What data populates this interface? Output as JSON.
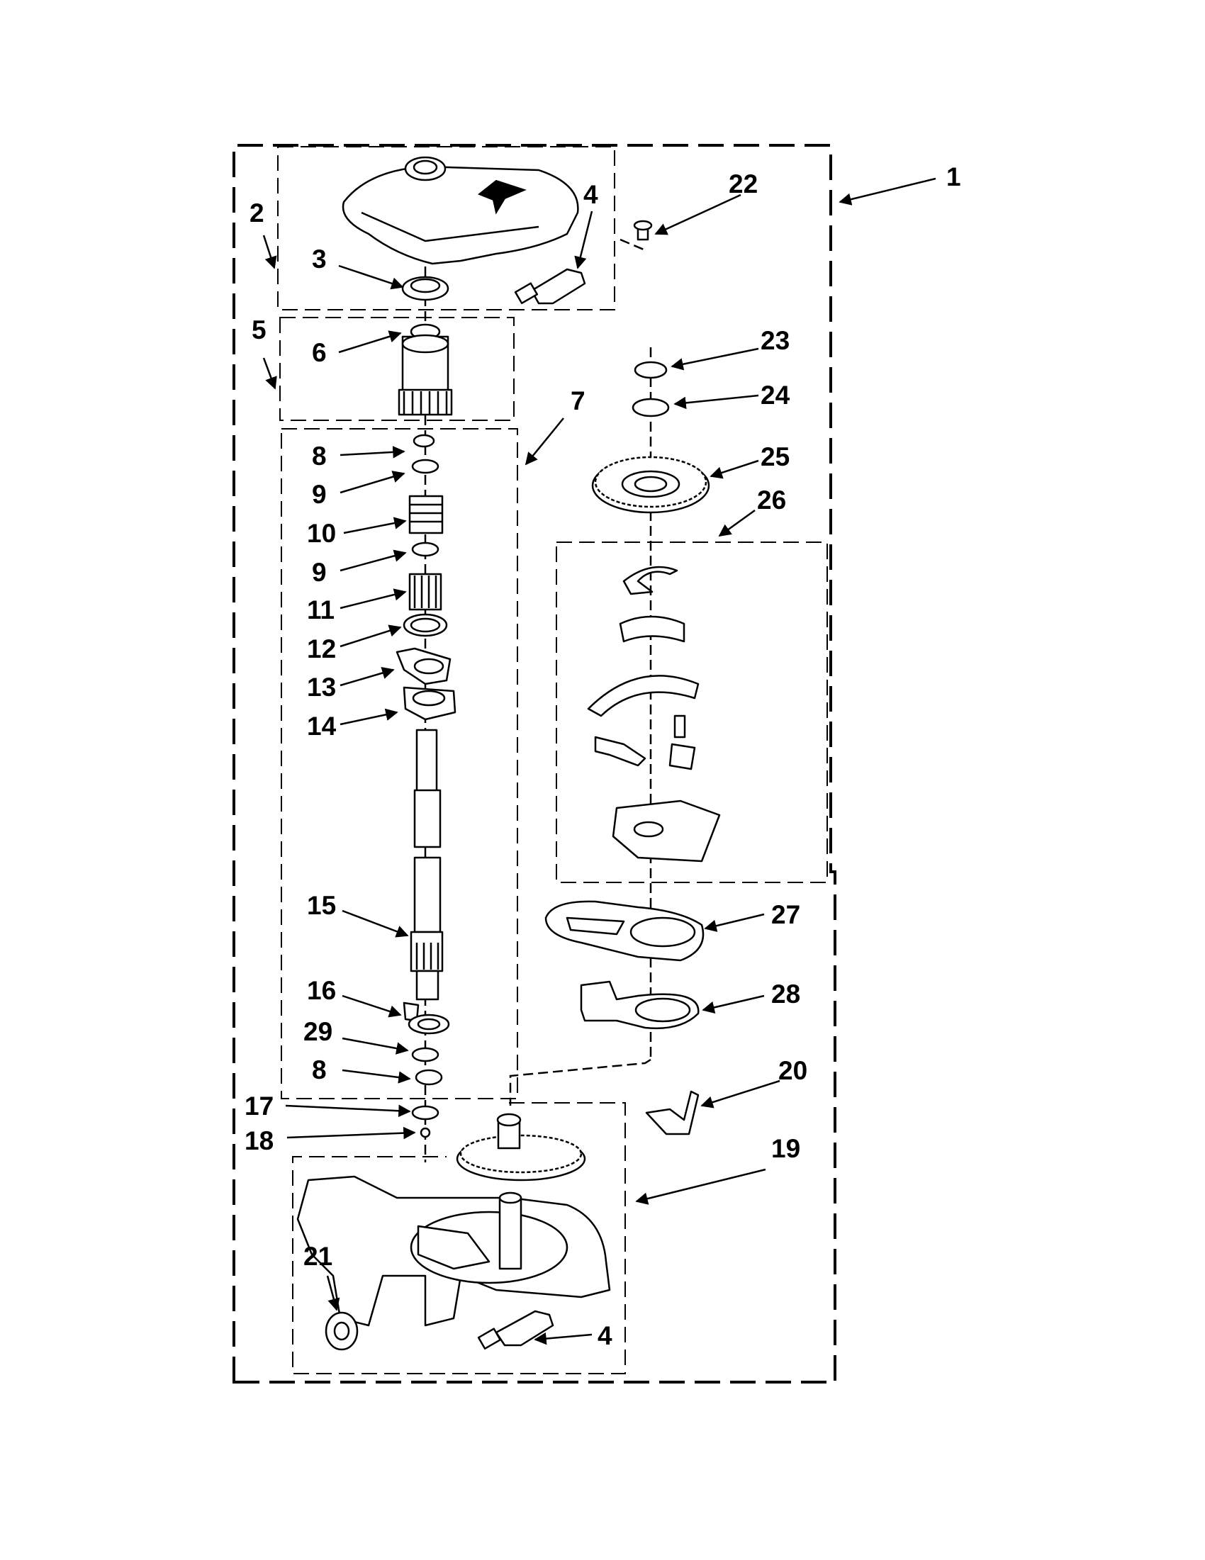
{
  "callouts": [
    {
      "label": "1"
    },
    {
      "label": "2"
    },
    {
      "label": "3"
    },
    {
      "label": "4"
    },
    {
      "label": "22"
    },
    {
      "label": "5"
    },
    {
      "label": "6"
    },
    {
      "label": "7"
    },
    {
      "label": "23"
    },
    {
      "label": "24"
    },
    {
      "label": "25"
    },
    {
      "label": "26"
    },
    {
      "label": "8"
    },
    {
      "label": "9"
    },
    {
      "label": "10"
    },
    {
      "label": "9"
    },
    {
      "label": "11"
    },
    {
      "label": "12"
    },
    {
      "label": "13"
    },
    {
      "label": "14"
    },
    {
      "label": "15"
    },
    {
      "label": "27"
    },
    {
      "label": "16"
    },
    {
      "label": "28"
    },
    {
      "label": "29"
    },
    {
      "label": "8"
    },
    {
      "label": "20"
    },
    {
      "label": "17"
    },
    {
      "label": "18"
    },
    {
      "label": "19"
    },
    {
      "label": "21"
    },
    {
      "label": "4"
    }
  ]
}
